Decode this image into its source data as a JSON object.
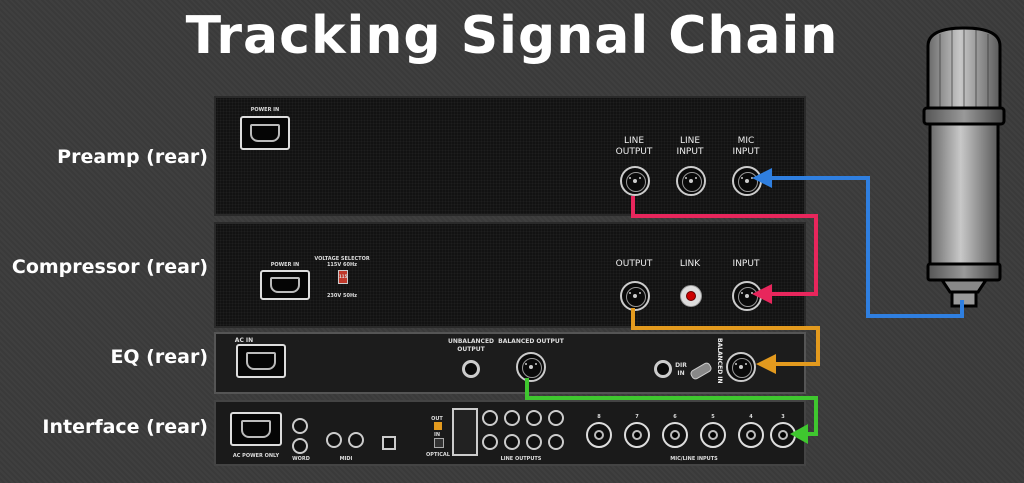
{
  "title": "Tracking Signal Chain",
  "rows": {
    "preamp": "Preamp (rear)",
    "compressor": "Compressor (rear)",
    "eq": "EQ (rear)",
    "interface": "Interface (rear)"
  },
  "preamp": {
    "power": "POWER IN",
    "line_output": "LINE\nOUTPUT",
    "line_input": "LINE\nINPUT",
    "mic_input": "MIC\nINPUT"
  },
  "compressor": {
    "power": "POWER IN",
    "voltage_selector": "VOLTAGE SELECTOR\n115V 60Hz",
    "voltage_alt": "230V 50Hz",
    "switch_value": "115",
    "output": "OUTPUT",
    "link": "LINK",
    "input": "INPUT"
  },
  "eq": {
    "ac_in": "AC IN",
    "unbalanced_output": "UNBALANCED\nOUTPUT",
    "balanced_output": "BALANCED OUTPUT",
    "dir_in": "DIR\nIN",
    "balanced_in": "BALANCED IN"
  },
  "interface": {
    "ac_power": "AC POWER ONLY",
    "line_outputs": "LINE OUTPUTS",
    "mic_line_inputs": "MIC/LINE INPUTS",
    "optical": "OPTICAL",
    "out": "OUT",
    "in": "IN",
    "word": "WORD",
    "midi": "MIDI",
    "input_numbers": [
      "8",
      "7",
      "6",
      "5",
      "4",
      "3"
    ]
  },
  "cables": {
    "mic_to_preamp": "#2f7fe0",
    "preamp_to_compressor": "#e8265c",
    "compressor_to_eq": "#e39a1e",
    "eq_to_interface": "#3fc72f"
  }
}
